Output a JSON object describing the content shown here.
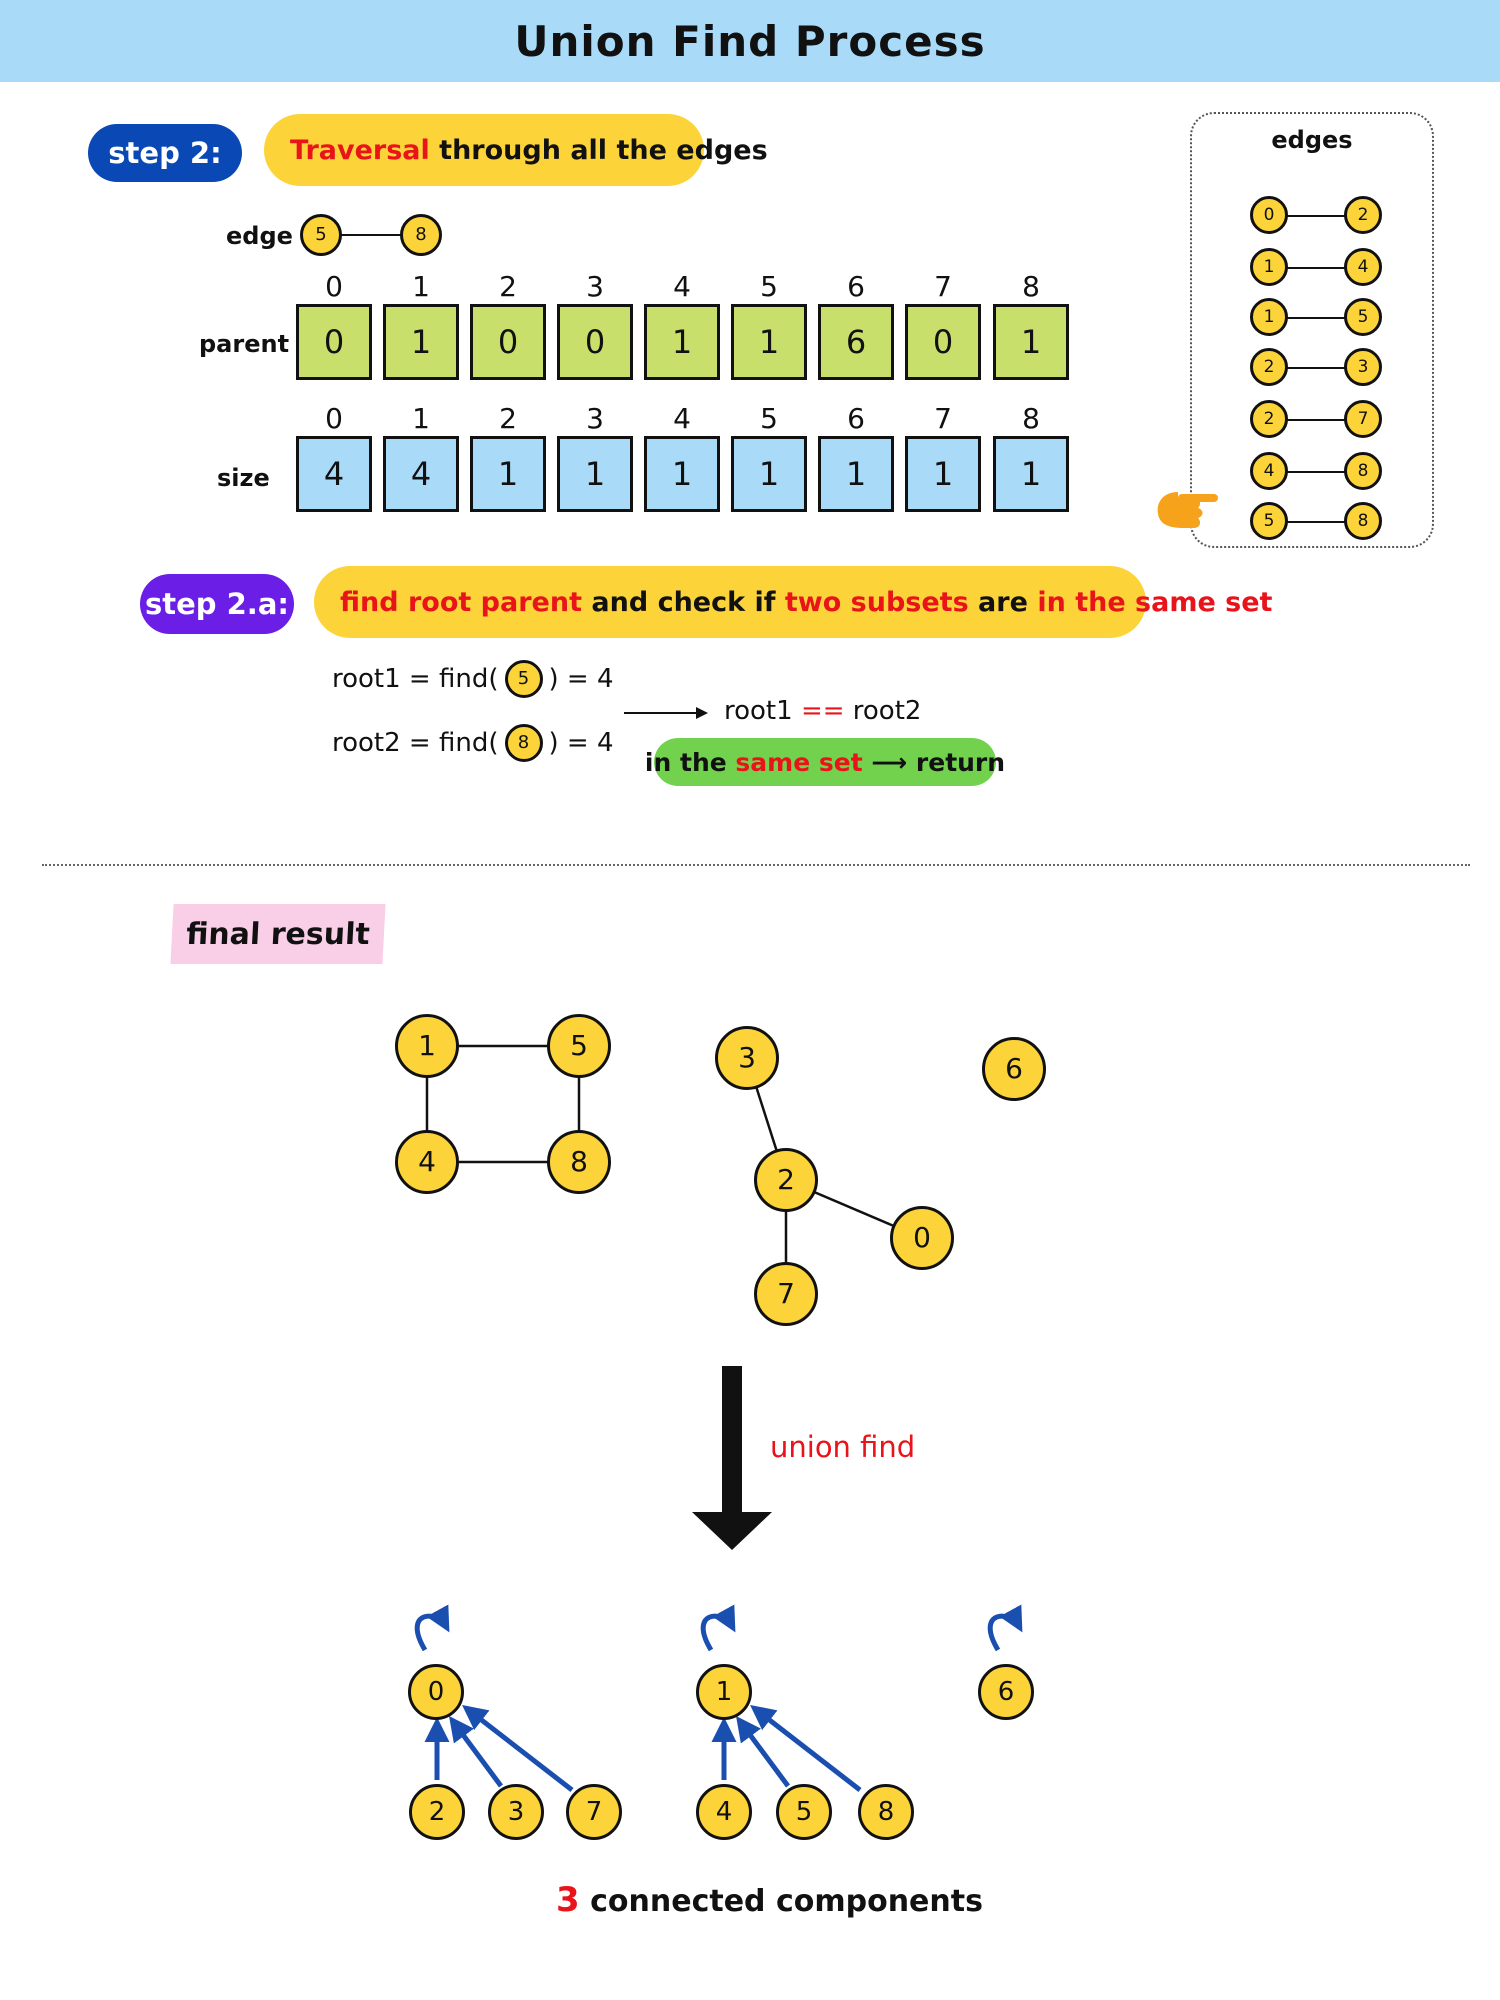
{
  "title": "Union Find Process",
  "step2": {
    "badge": "step 2:",
    "banner_red": "Traversal",
    "banner_rest": " through all the edges"
  },
  "edge": {
    "label": "edge",
    "a": "5",
    "b": "8"
  },
  "arrays": {
    "indices": [
      "0",
      "1",
      "2",
      "3",
      "4",
      "5",
      "6",
      "7",
      "8"
    ],
    "parent_label": "parent",
    "parent": [
      "0",
      "1",
      "0",
      "0",
      "1",
      "1",
      "6",
      "0",
      "1"
    ],
    "size_label": "size",
    "size": [
      "4",
      "4",
      "1",
      "1",
      "1",
      "1",
      "1",
      "1",
      "1"
    ]
  },
  "edges_panel": {
    "title": "edges",
    "list": [
      [
        "0",
        "2"
      ],
      [
        "1",
        "4"
      ],
      [
        "1",
        "5"
      ],
      [
        "2",
        "3"
      ],
      [
        "2",
        "7"
      ],
      [
        "4",
        "8"
      ],
      [
        "5",
        "8"
      ]
    ],
    "current_index": 6
  },
  "step2a": {
    "badge": "step 2.a:",
    "seg1": "find root parent",
    "seg2": " and check if ",
    "seg3": "two subsets",
    "seg4": " are ",
    "seg5": "in the same set"
  },
  "find": {
    "root1_prefix": "root1 = find(",
    "root1_node": "5",
    "root1_suffix": ") = 4",
    "root2_prefix": "root2 = find(",
    "root2_node": "8",
    "root2_suffix": ") = 4",
    "compare_left": "root1 ",
    "compare_op": "==",
    "compare_right": " root2",
    "result_a": "in the ",
    "result_b": "same set",
    "result_c": " ⟶ return"
  },
  "final": {
    "tag": "final result",
    "arrow_label": "union find",
    "count": "3",
    "count_text": " connected components"
  },
  "graph_nodes": [
    "1",
    "5",
    "4",
    "8",
    "3",
    "2",
    "0",
    "7",
    "6"
  ],
  "tree_nodes": [
    "0",
    "2",
    "3",
    "7",
    "1",
    "4",
    "5",
    "8",
    "6"
  ],
  "colors": {
    "header": "#a9dbf8",
    "node_fill": "#fcd43a",
    "step_badge": "#0a49b5",
    "step2a_badge": "#6a1ee6",
    "parent_cell": "#c8e06b",
    "size_cell": "#a9dbf8",
    "result_pill": "#72d24e",
    "tree_arrow": "#1a4fb0",
    "highlight_text": "#e8141a",
    "pointer_hand": "#f7a21b"
  }
}
